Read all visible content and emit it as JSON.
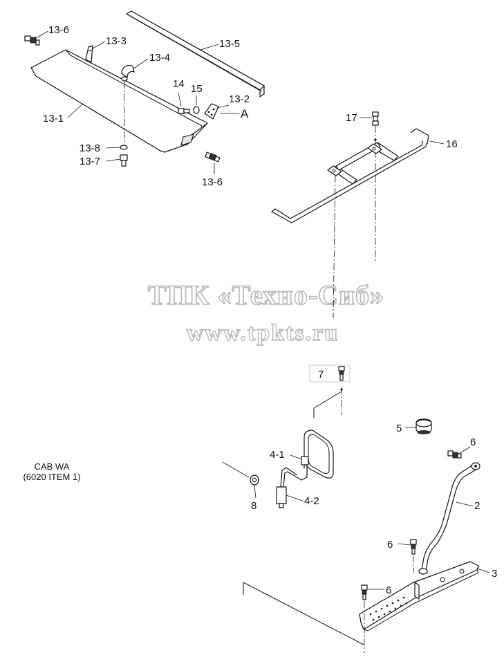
{
  "watermark": {
    "line1": "ТПК «Техно-Сиб»",
    "line2": "www.tpkts.ru"
  },
  "callouts": {
    "c13_6_top": "13-6",
    "c13_3": "13-3",
    "c13_5": "13-5",
    "c13_4": "13-4",
    "c14": "14",
    "c15": "15",
    "c13_2": "13-2",
    "cA": "A",
    "c13_1": "13-1",
    "c13_8": "13-8",
    "c13_7": "13-7",
    "c13_6_bottom": "13-6",
    "c17": "17",
    "c16": "16",
    "c7": "7",
    "c5": "5",
    "c6_top": "6",
    "c4_1": "4-1",
    "c8": "8",
    "c4_2": "4-2",
    "c2": "2",
    "c6_mid": "6",
    "c3": "3",
    "c6_bottom": "6"
  },
  "note": {
    "line1": "CAB WA",
    "line2": "(6020 ITEM 1)"
  }
}
